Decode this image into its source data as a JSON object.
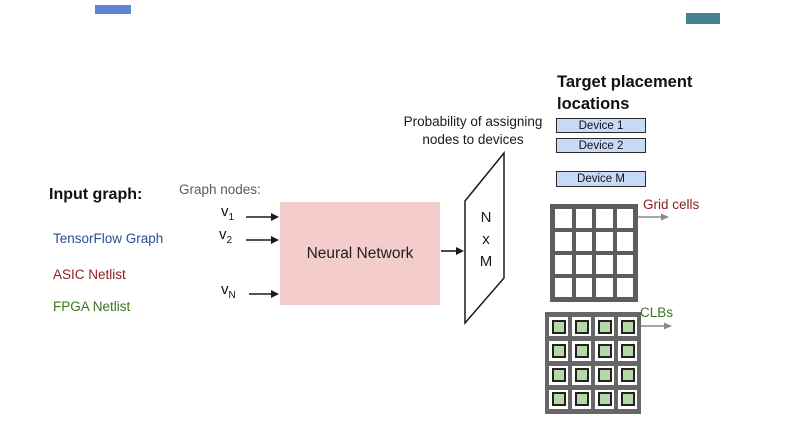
{
  "page": {
    "background": "#ffffff"
  },
  "decor": {
    "top_left_rect_color": "#5b86d6",
    "top_right_rect_color": "#45818e"
  },
  "input_graph": {
    "heading": "Input graph:",
    "items": [
      {
        "label": "TensorFlow Graph",
        "color": "#2a4d92"
      },
      {
        "label": "ASIC Netlist",
        "color": "#8f1d1d"
      },
      {
        "label": "FPGA Netlist",
        "color": "#38761d"
      }
    ]
  },
  "graph_nodes": {
    "heading": "Graph nodes:",
    "nodes": [
      {
        "base": "v",
        "sub": "1"
      },
      {
        "base": "v",
        "sub": "2"
      },
      {
        "base": "v",
        "sub": "N"
      }
    ]
  },
  "neural_network": {
    "label": "Neural Network",
    "fill": "#f4cccc"
  },
  "output_matrix": {
    "caption_line1": "Probability of assigning",
    "caption_line2": "nodes to devices",
    "rows_label": "N",
    "times_label": "x",
    "cols_label": "M"
  },
  "target_placement": {
    "heading_line1": "Target placement",
    "heading_line2": "locations",
    "devices": [
      {
        "label": "Device 1"
      },
      {
        "label": "Device 2"
      },
      {
        "label": "Device M"
      }
    ],
    "device_fill": "#c9daf8",
    "grid_cells": {
      "label": "Grid cells",
      "label_color": "#8f1d1d",
      "rows": 4,
      "cols": 4,
      "line_color": "#5d5d5d"
    },
    "clbs": {
      "label": "CLBs",
      "label_color": "#38761d",
      "rows": 4,
      "cols": 4,
      "line_color": "#666666",
      "cell_fill": "#b6d7a8"
    }
  }
}
